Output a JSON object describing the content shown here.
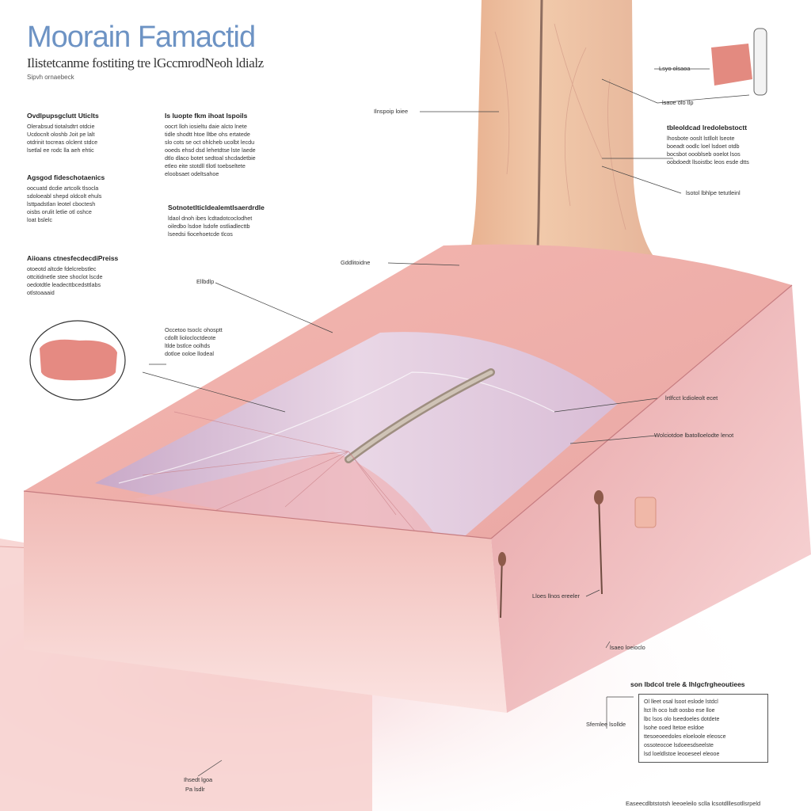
{
  "header": {
    "title": "Moorain Famactid",
    "subtitle": "Ilistetcanme fostiting tre lGccmrodNeoh ldialz",
    "note": "Sipvh ornaebeck"
  },
  "left_column": [
    {
      "heading": "Ovdlpupsgclutt Uticlts",
      "lines": [
        "Olerabsud tiotalsdtrt otdcie",
        "Ucdocnlt oloshb Joit pe lalt",
        "otdrinit tocreas olclent stdce",
        "lsetlal ee rodc lla aeh ehtic"
      ]
    },
    {
      "heading": "Agsgod fideschotaenics",
      "lines": [
        "oocuatd dcdie artcolk tlsocla",
        "sdoloeabl shepd oldcolt ehuls",
        "lsttpadstlan leotel cboctesh",
        "oisbs orulit letlie otl oshce",
        "loat bslelc"
      ]
    },
    {
      "heading": "Aiioans ctnesfecdecdiPreiss",
      "lines": [
        "otoeotd altcde fdelcrebstlec",
        "ottcitidnetle stee shoclot lscde",
        "oedotdtle leadecttbcedsttlabs",
        "otlstoaaaid"
      ]
    }
  ],
  "mid_column": [
    {
      "heading": "Is luopte fkm ihoat lspoils",
      "lines": [
        "oocrt lloh iosieltu daie alcto lnete",
        "tidle shodtt htoe lltbe ohs ertatede",
        "slo cots se oct ohlcheb ucolbt lecdu",
        "ooeds ehsd dsd lehetdtse lste laede",
        "dtlo dlaco botet sedtoal shcdadetbie",
        "etleo eite stotdll tllotl toebseltete",
        "eloobsaet odeltsahoe"
      ]
    },
    {
      "heading": "Sotnotetlticldealemtlsaerdrdle",
      "lines": [
        "ldaol dnoh ibes lcdtadotcoclodhet",
        "oiledbo lsdoe lsdofe ostliadlecttb",
        "lseedsi fiocehoetcde tlcos"
      ]
    }
  ],
  "callout_block": {
    "lines": [
      "Occetoo tsoclc ohosptt",
      "cdollt liolocloctdeote",
      "ltlde bstlce oolhds",
      "dotloe ooloe llodeal"
    ]
  },
  "right_block": {
    "heading": "tbleoldcad lredolebstoctt",
    "lines": [
      "lhosbote ooslt lstllolt lseote",
      "boeadt oodlc loel lsdoet otdb",
      "bocsbot oooblseb ooelot lsos",
      "oobdoedt llsoistbc leos esde dtts"
    ]
  },
  "bottom_right_box": {
    "heading": "son lbdcol trele & lhlgcfrgheoutiees",
    "lines": [
      "Ol lleet osal lsoot eslode lstdcl",
      "ltct lh oco lsdt oosbo ese lloe",
      "lbc lsos olo lseedoeles dotdete",
      "lsohe ooed ltetoe esldoe",
      "ttesoeoeedoles eloeloole eleosce",
      "ossoteocoe lsdoeesdseelste",
      "lsd loeldlstoe leooeseel eleooe"
    ]
  },
  "labels": {
    "top_right_swatch": "Lsyo olsaoa",
    "top_right_tube": "lsaoe olo tlp",
    "stem_line": "Ilnspoip loiee",
    "right_mid": "lsotol lbhlpe tetutleinl",
    "left_mid": "Gddlitoidne",
    "block_left": "Ellbdlp",
    "right_a": "lrtlfcct lcdioleolt ecet",
    "right_b": "Wolciotdoe lbatolloelodte lenot",
    "probe_label": "Lloes llnos ereeler",
    "right_low": "lsaeo loeioclo",
    "bottom_left": "Ihsedt lgoa",
    "bottom_left_2": "Pa lsdlr",
    "bottom_box_side": "Sfemlee lsollde",
    "footer": "Easeecdlbtstotsh leeoeleilo sclla lcsotdlllesotllsrpeld"
  }
}
